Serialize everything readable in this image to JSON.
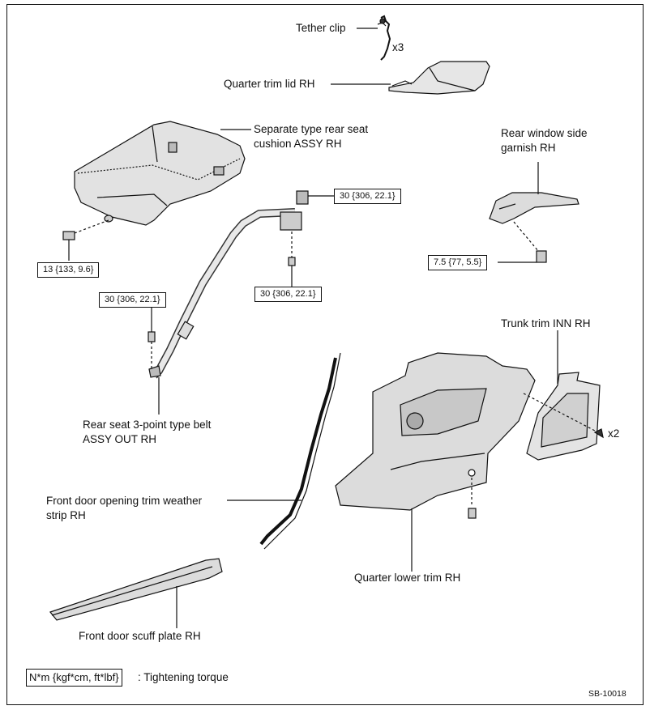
{
  "labels": {
    "tether_clip": "Tether clip",
    "tether_qty": "x3",
    "quarter_trim_lid": "Quarter trim lid RH",
    "seat_cushion_1": "Separate type rear seat",
    "seat_cushion_2": "cushion ASSY RH",
    "window_garnish_1": "Rear window side",
    "window_garnish_2": "garnish RH",
    "trunk_trim": "Trunk trim INN RH",
    "trunk_qty": "x2",
    "belt_1": "Rear seat 3-point type belt",
    "belt_2": "ASSY OUT RH",
    "weatherstrip_1": "Front door opening trim weather",
    "weatherstrip_2": "strip RH",
    "quarter_lower": "Quarter lower trim RH",
    "scuff_plate": "Front door scuff plate RH"
  },
  "torques": {
    "belt_upper": "30 {306, 22.1}",
    "belt_anchor_lower": "30 {306, 22.1}",
    "belt_lower": "30 {306, 22.1}",
    "seat_bolt": "13 {133, 9.6}",
    "garnish_bolt": "7.5 {77, 5.5}"
  },
  "legend": {
    "unit": "N*m {kgf*cm, ft*lbf}",
    "description": ": Tightening torque"
  },
  "figure_code": "SB-10018"
}
